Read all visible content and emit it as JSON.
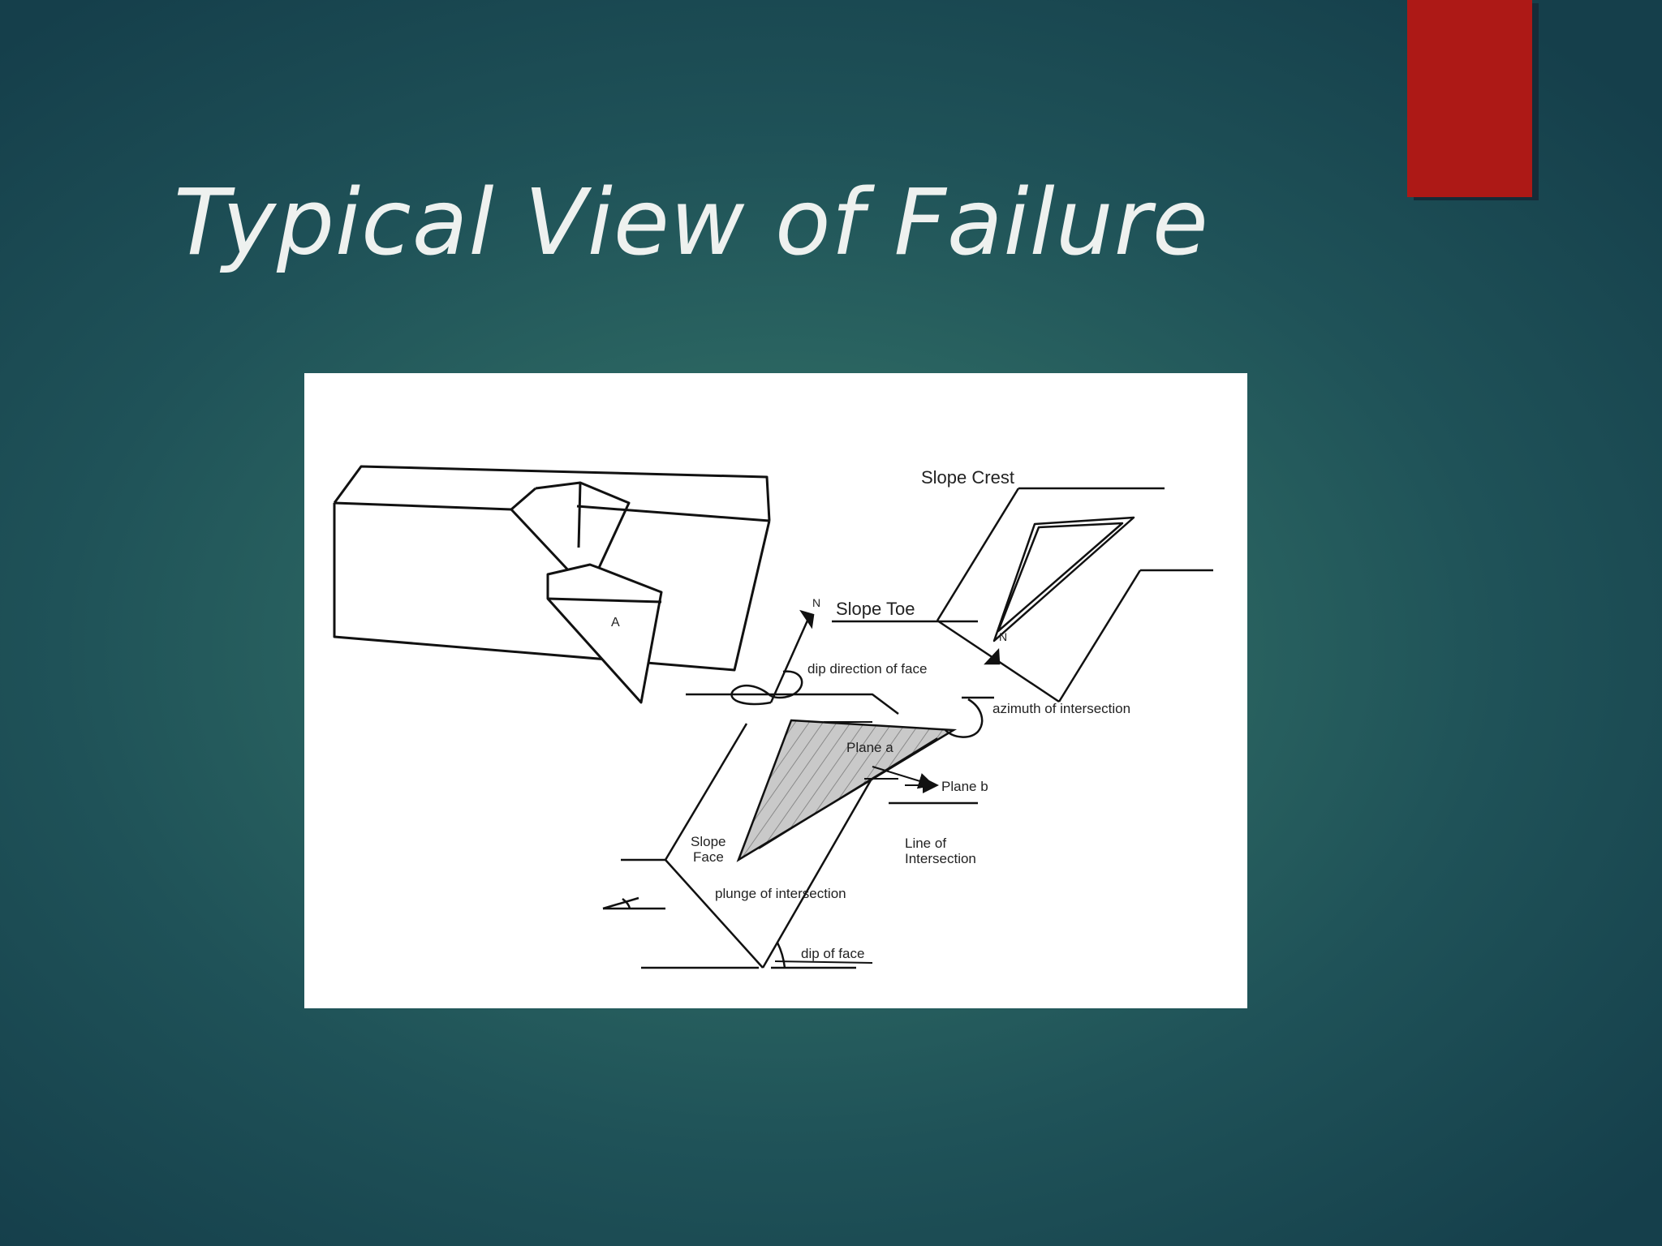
{
  "slide": {
    "title": "Typical View of Failure",
    "accent_color": "#ad1916"
  },
  "diagram": {
    "labels": {
      "block_marker": "A",
      "slope_crest": "Slope Crest",
      "slope_toe": "Slope Toe",
      "north_1": "N",
      "north_2": "N",
      "dip_direction_of_face": "dip direction of face",
      "azimuth_of_intersection": "azimuth of intersection",
      "plane_a": "Plane a",
      "plane_b": "Plane b",
      "slope_face_line1": "Slope",
      "slope_face_line2": "Face",
      "line_of_intersection_line1": "Line of",
      "line_of_intersection_line2": "Intersection",
      "plunge_of_intersection": "plunge of intersection",
      "dip_of_face": "dip of face"
    }
  }
}
